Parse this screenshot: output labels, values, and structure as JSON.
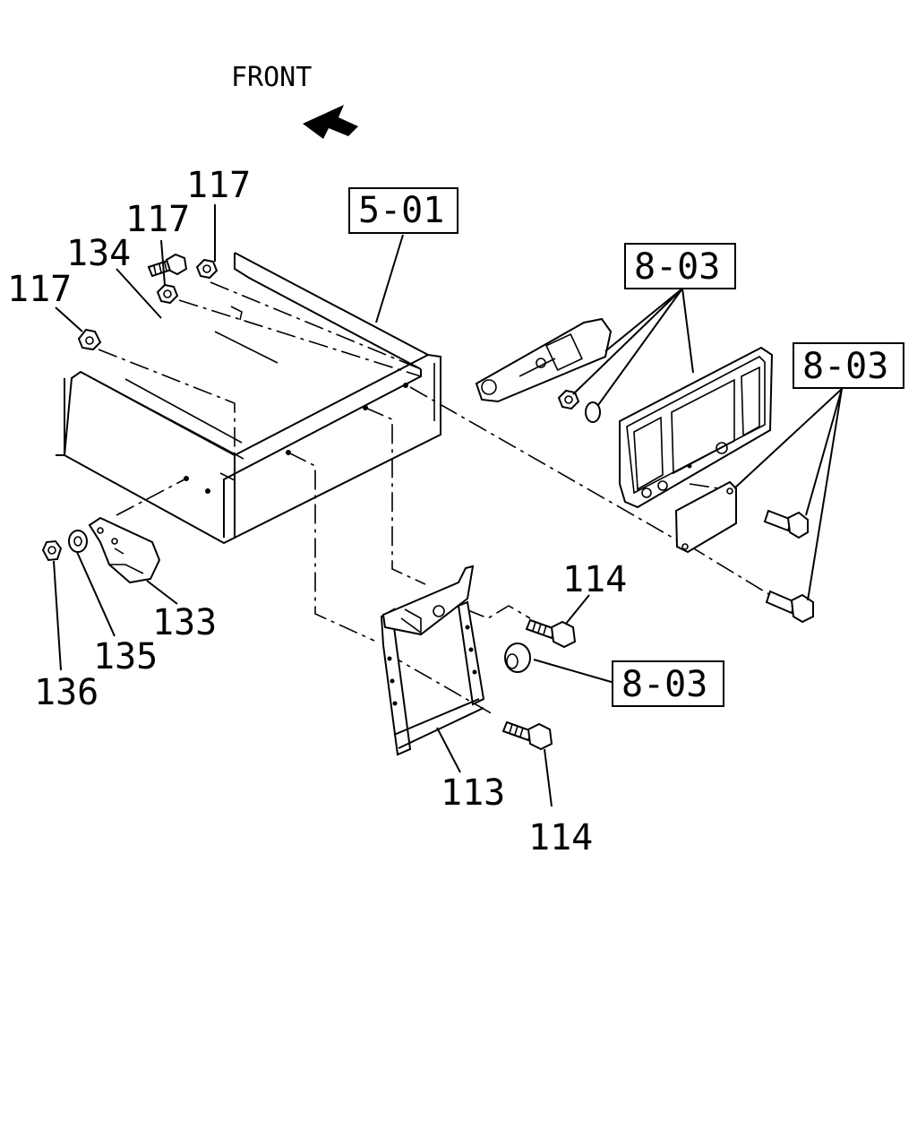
{
  "front_label": "FRONT",
  "callouts": {
    "c117a": "117",
    "c117b": "117",
    "c134": "134",
    "c117c": "117",
    "c133": "133",
    "c135": "135",
    "c136": "136",
    "c114a": "114",
    "c114b": "114",
    "c113": "113"
  },
  "refs": {
    "r501": "5-01",
    "r803a": "8-03",
    "r803b": "8-03",
    "r803c": "8-03"
  }
}
